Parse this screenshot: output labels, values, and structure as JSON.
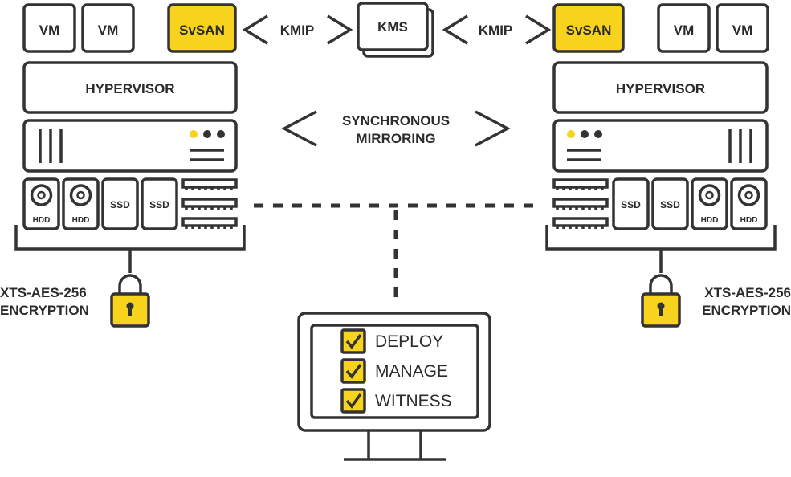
{
  "colors": {
    "accent": "#f7d31d",
    "line": "#333333",
    "background": "#ffffff"
  },
  "left_host": {
    "vm1": "VM",
    "vm2": "VM",
    "svsan": "SvSAN",
    "hypervisor": "HYPERVISOR",
    "drives": [
      "HDD",
      "HDD",
      "SSD",
      "SSD"
    ],
    "encryption_line1": "XTS-AES-256",
    "encryption_line2": "ENCRYPTION",
    "encryption_icon": "padlock-icon"
  },
  "right_host": {
    "vm1": "VM",
    "vm2": "VM",
    "svsan": "SvSAN",
    "hypervisor": "HYPERVISOR",
    "drives": [
      "SSD",
      "SSD",
      "HDD",
      "HDD"
    ],
    "encryption_line1": "XTS-AES-256",
    "encryption_line2": "ENCRYPTION",
    "encryption_icon": "padlock-icon"
  },
  "kms": {
    "label": "KMS",
    "left_protocol": "KMIP",
    "right_protocol": "KMIP"
  },
  "mirroring": {
    "line1": "SYNCHRONOUS",
    "line2": "MIRRORING"
  },
  "management": {
    "icon": "monitor-icon",
    "items": [
      "DEPLOY",
      "MANAGE",
      "WITNESS"
    ]
  }
}
